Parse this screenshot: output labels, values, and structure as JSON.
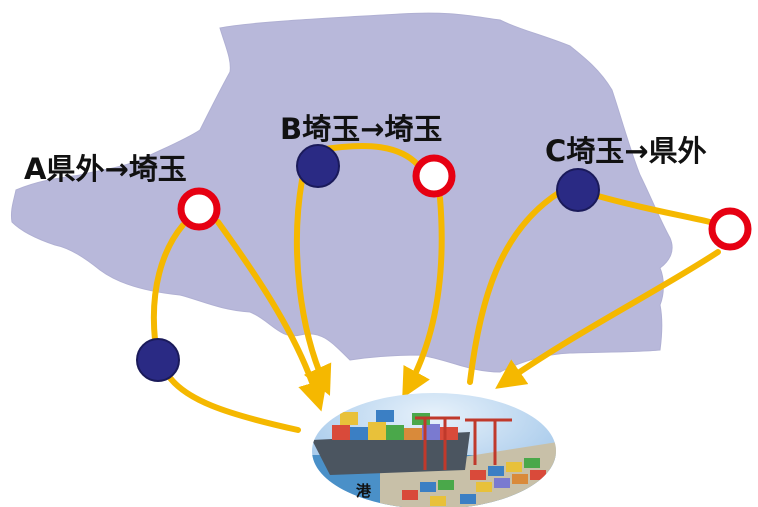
{
  "labels": {
    "route_a": "A県外→埼玉",
    "route_b": "B埼玉→埼玉",
    "route_c": "C埼玉→県外",
    "port": "港"
  },
  "colors": {
    "map_fill": "#b8b8da",
    "arrow": "#f5b800",
    "blue_node": "#2a2a84",
    "red_node_ring": "#e60012"
  },
  "legend": {
    "blue_node_icon": "blue-circle",
    "red_node_icon": "red-ring-circle",
    "port_icon": "container-port"
  }
}
